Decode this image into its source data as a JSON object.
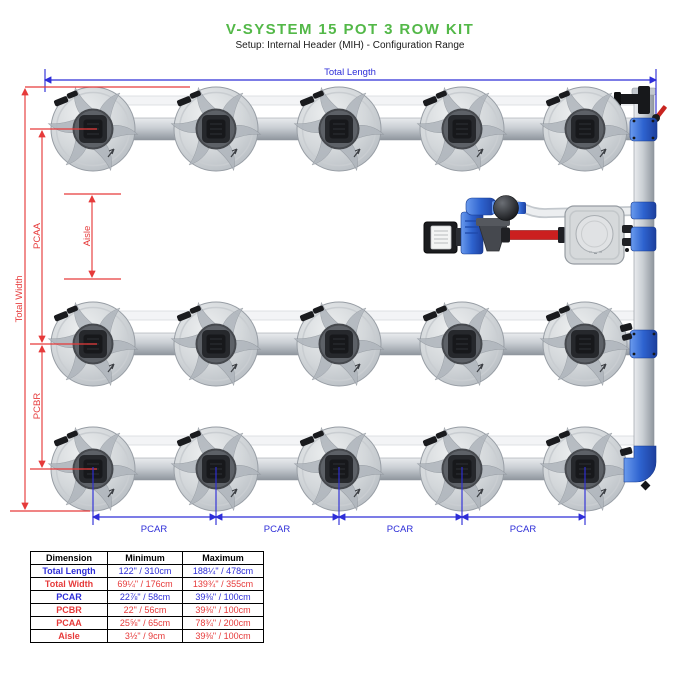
{
  "colors": {
    "brand_green": "#53b848",
    "dim_blue": "#2e2ed8",
    "dim_red": "#e63a3a",
    "fitting_blue": "#2e63cf"
  },
  "header": {
    "title": "V-SYSTEM 15 POT 3 ROW KIT",
    "subtitle": "Setup: Internal Header (MIH) - Configuration Range"
  },
  "diagram": {
    "labels": {
      "total_length": "Total Length",
      "total_width": "Total Width",
      "pcaa": "PCAA",
      "pcbr": "PCBR",
      "aisle": "Aisle",
      "pcar": "PCAR"
    },
    "grid": {
      "rows": 3,
      "pots_per_row": 5,
      "total_pots": 15,
      "pot_x": [
        93,
        216,
        339,
        462,
        585
      ],
      "row_y": [
        129,
        344,
        469
      ],
      "pot_radius": 42
    }
  },
  "table": {
    "headers": [
      "Dimension",
      "Minimum",
      "Maximum"
    ],
    "rows": [
      {
        "label": "Total Length",
        "min": "122\" / 310cm",
        "max": "188¼\" / 478cm",
        "color": "blue"
      },
      {
        "label": "Total Width",
        "min": "69¼\" / 176cm",
        "max": "139¾\" / 355cm",
        "color": "red"
      },
      {
        "label": "PCAR",
        "min": "22⅞\" / 58cm",
        "max": "39⅜\" / 100cm",
        "color": "blue"
      },
      {
        "label": "PCBR",
        "min": "22\" / 56cm",
        "max": "39⅜\" / 100cm",
        "color": "red"
      },
      {
        "label": "PCAA",
        "min": "25⅝\" / 65cm",
        "max": "78¾\" / 200cm",
        "color": "red"
      },
      {
        "label": "Aisle",
        "min": "3½\" / 9cm",
        "max": "39⅜\" / 100cm",
        "color": "red"
      }
    ]
  }
}
